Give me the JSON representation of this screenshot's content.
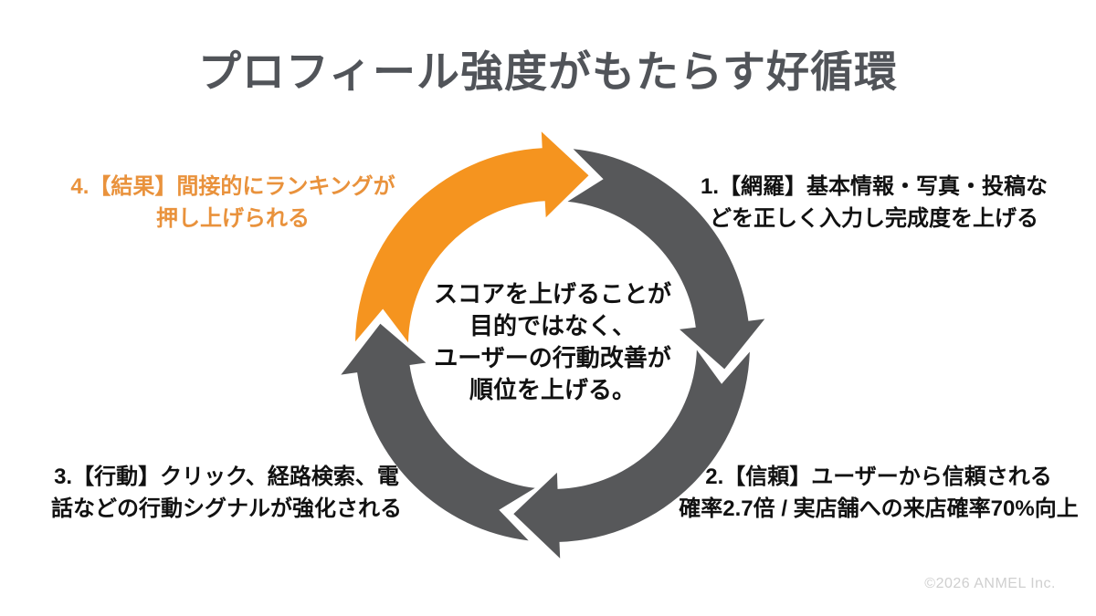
{
  "title": "プロフィール強度がもたらす好循環",
  "center_note": "スコアを上げることが\n目的ではなく、\nユーザーの行動改善が\n順位を上げる。",
  "steps": [
    {
      "id": 1,
      "label": "1.【網羅】基本情報・写真・投稿な\nどを正しく入力し完成度を上げる",
      "color": "#111111"
    },
    {
      "id": 2,
      "label": "2.【信頼】ユーザーから信頼される\n確率2.7倍 / 実店舗への来店確率70%向上",
      "color": "#111111"
    },
    {
      "id": 3,
      "label": "3.【行動】クリック、経路検索、電\n話などの行動シグナルが強化される",
      "color": "#111111"
    },
    {
      "id": 4,
      "label": "4.【結果】間接的にランキングが\n押し上げられる",
      "color": "#E9923C"
    }
  ],
  "diagram": {
    "arrow_gray": "#57585A",
    "arrow_orange": "#F5941F"
  },
  "footer": {
    "copyright": "©2026 ANMEL Inc."
  }
}
